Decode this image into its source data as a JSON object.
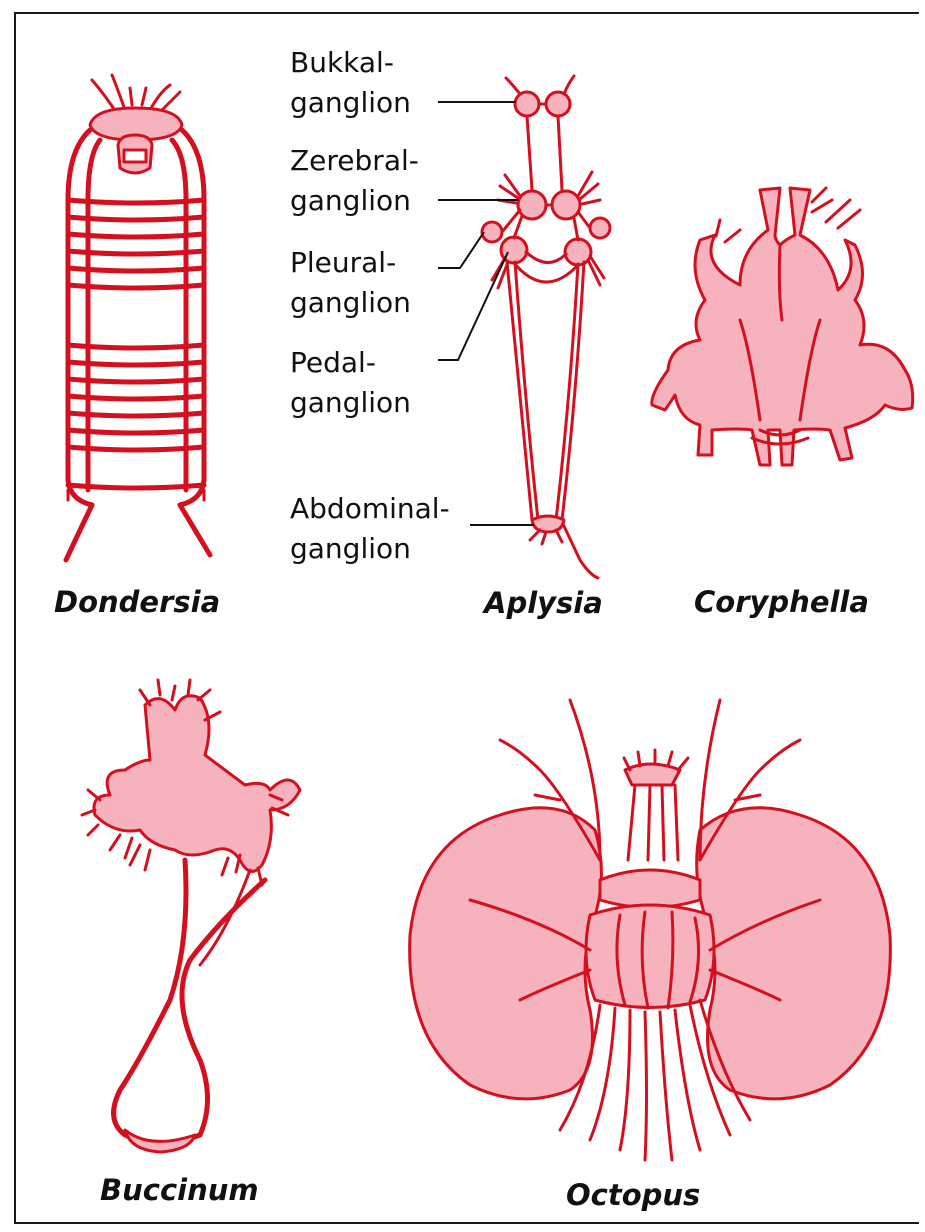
{
  "labels": {
    "bukkal_1": "Bukkal-",
    "bukkal_2": "ganglion",
    "zerebral_1": "Zerebral-",
    "zerebral_2": "ganglion",
    "pleural_1": "Pleural-",
    "pleural_2": "ganglion",
    "pedal_1": "Pedal-",
    "pedal_2": "ganglion",
    "abdominal_1": "Abdominal-",
    "abdominal_2": "ganglion"
  },
  "species": {
    "dondersia": "Dondersia",
    "aplysia": "Aplysia",
    "coryphella": "Coryphella",
    "buccinum": "Buccinum",
    "octopus": "Octopus"
  },
  "colors": {
    "nerve": "#d4101f",
    "ganglion_fill": "#f6b3bd",
    "text": "#111111"
  }
}
